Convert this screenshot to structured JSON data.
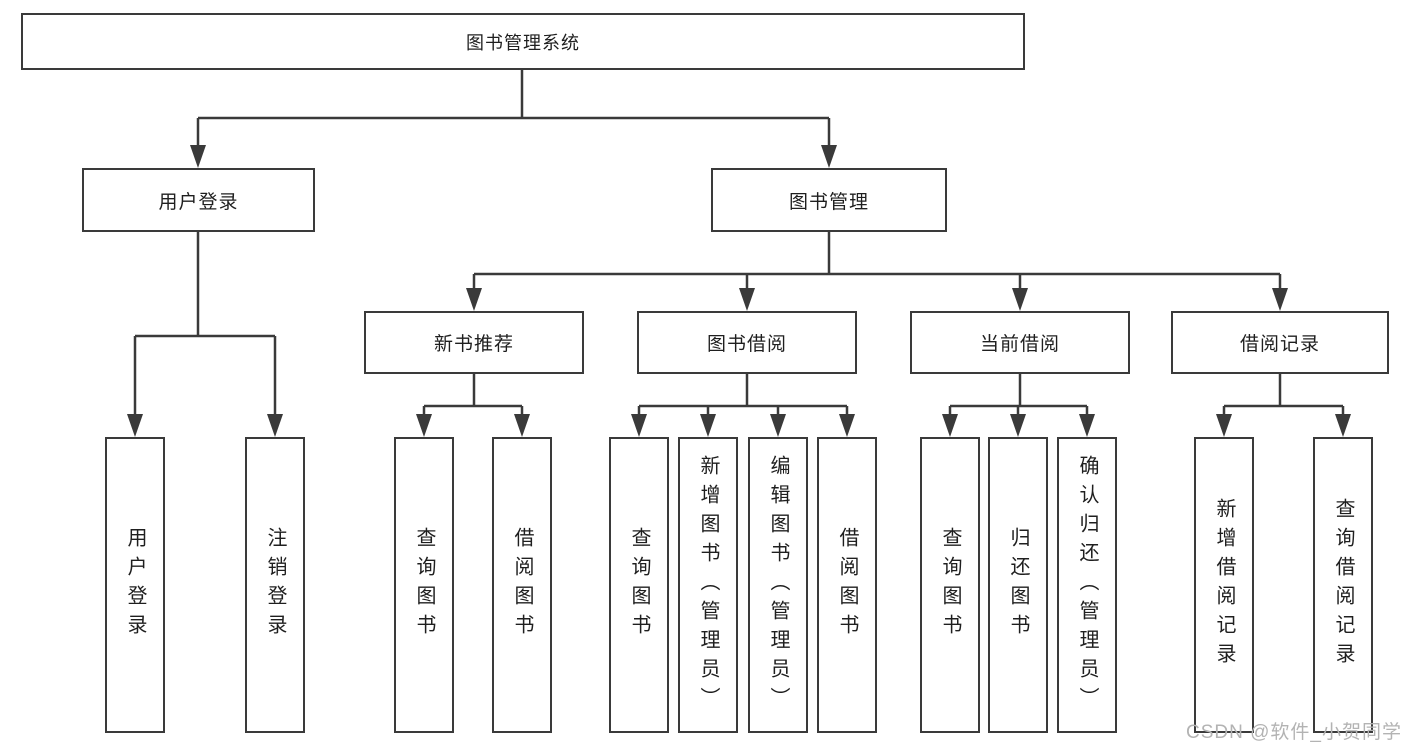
{
  "diagram": {
    "root": {
      "label": "图书管理系统"
    },
    "level2": [
      {
        "label": "用户登录"
      },
      {
        "label": "图书管理"
      }
    ],
    "level3": [
      {
        "label": "新书推荐"
      },
      {
        "label": "图书借阅"
      },
      {
        "label": "当前借阅"
      },
      {
        "label": "借阅记录"
      }
    ],
    "leaves": {
      "login": [
        {
          "label": "用户登录"
        },
        {
          "label": "注销登录"
        }
      ],
      "new_book": [
        {
          "label": "查询图书"
        },
        {
          "label": "借阅图书"
        }
      ],
      "borrow": [
        {
          "label": "查询图书"
        },
        {
          "label": "新增图书（管理员）"
        },
        {
          "label": "编辑图书（管理员）"
        },
        {
          "label": "借阅图书"
        }
      ],
      "current": [
        {
          "label": "查询图书"
        },
        {
          "label": "归还图书"
        },
        {
          "label": "确认归还（管理员）"
        }
      ],
      "record": [
        {
          "label": "新增借阅记录"
        },
        {
          "label": "查询借阅记录"
        }
      ]
    }
  },
  "watermark": {
    "text": "CSDN @软件_小贺同学"
  },
  "colors": {
    "line": "#3a3a3a",
    "box_border": "#3a3a3a",
    "box_fill": "#ffffff",
    "text": "#1f1f1f",
    "watermark": "#b3b3b3",
    "background": "#ffffff"
  }
}
